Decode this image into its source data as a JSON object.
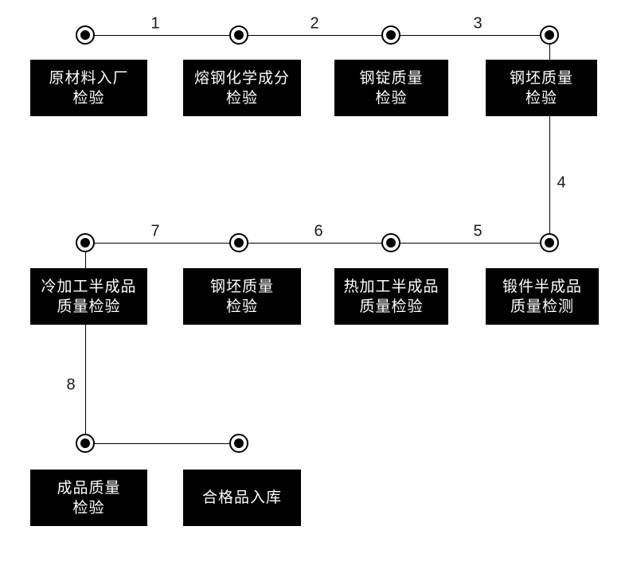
{
  "diagram": {
    "colors": {
      "background": "#ffffff",
      "box_fill": "#000000",
      "box_text": "#ffffff",
      "connector_line": "#000000",
      "node_fill": "#000000",
      "label_text": "#1a1a1a"
    },
    "boxes": [
      {
        "name": "raw-material-entry-inspection",
        "line1": "原材料入厂",
        "line2": "检验"
      },
      {
        "name": "molten-steel-chemical-composition-inspection",
        "line1": "熔钢化学成分",
        "line2": "检验"
      },
      {
        "name": "steel-ingot-quality-inspection",
        "line1": "钢锭质量",
        "line2": "检验"
      },
      {
        "name": "steel-billet-quality-inspection-top",
        "line1": "钢坯质量",
        "line2": "检验"
      },
      {
        "name": "cold-working-semifinished-quality-inspection",
        "line1": "冷加工半成品",
        "line2": "质量检验"
      },
      {
        "name": "steel-billet-quality-inspection-middle",
        "line1": "钢坯质量",
        "line2": "检验"
      },
      {
        "name": "hot-working-semifinished-quality-inspection",
        "line1": "热加工半成品",
        "line2": "质量检验"
      },
      {
        "name": "forging-semifinished-quality-testing",
        "line1": "锻件半成品",
        "line2": "质量检测"
      },
      {
        "name": "finished-product-quality-inspection",
        "line1": "成品质量",
        "line2": "检验"
      },
      {
        "name": "qualified-product-warehousing",
        "line1": "合格品入库"
      }
    ],
    "connector_labels": [
      "1",
      "2",
      "3",
      "4",
      "5",
      "6",
      "7",
      "8"
    ]
  }
}
